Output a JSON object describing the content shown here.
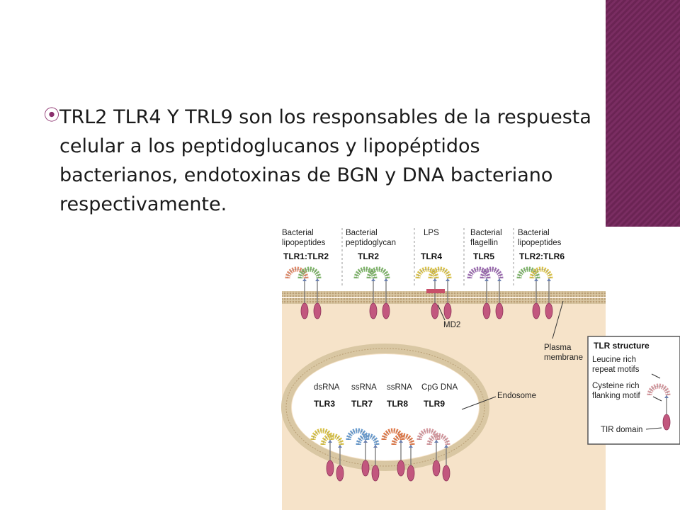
{
  "slide": {
    "bullet_icon": "target-bullet-icon",
    "text": "TRL2 TLR4 Y TRL9 son los responsables de la respuesta celular a los peptidoglucanos y lipopéptidos bacterianos, endotoxinas de BGN y DNA bacteriano respectivamente."
  },
  "figure": {
    "surface_receptors": [
      {
        "ligand_line1": "Bacterial",
        "ligand_line2": "lipopeptides",
        "receptor": "TLR1:TLR2",
        "color": "#e08a6a",
        "color2": "#7fb56a"
      },
      {
        "ligand_line1": "Bacterial",
        "ligand_line2": "peptidoglycan",
        "receptor": "TLR2",
        "color": "#7fb56a",
        "color2": "#7fb56a"
      },
      {
        "ligand_line1": "LPS",
        "ligand_line2": "",
        "receptor": "TLR4",
        "color": "#d9c24a",
        "color2": "#d9c24a"
      },
      {
        "ligand_line1": "Bacterial",
        "ligand_line2": "flagellin",
        "receptor": "TLR5",
        "color": "#9b6bb0",
        "color2": "#9b6bb0"
      },
      {
        "ligand_line1": "Bacterial",
        "ligand_line2": "lipopeptides",
        "receptor": "TLR2:TLR6",
        "color": "#7fb56a",
        "color2": "#d9c24a"
      }
    ],
    "md2_label": "MD2",
    "plasma_label_line1": "Plasma",
    "plasma_label_line2": "membrane",
    "endosome_label": "Endosome",
    "endosomal_receptors": [
      {
        "ligand": "dsRNA",
        "receptor": "TLR3",
        "color": "#d9c24a"
      },
      {
        "ligand": "ssRNA",
        "receptor": "TLR7",
        "color": "#6a9ccf"
      },
      {
        "ligand": "ssRNA",
        "receptor": "TLR8",
        "color": "#e07a4a"
      },
      {
        "ligand": "CpG DNA",
        "receptor": "TLR9",
        "color": "#d69aa0"
      }
    ],
    "legend": {
      "title": "TLR structure",
      "item1_line1": "Leucine rich",
      "item1_line2": "repeat motifs",
      "item2_line1": "Cysteine rich",
      "item2_line2": "flanking motif",
      "item3": "TIR domain"
    }
  }
}
